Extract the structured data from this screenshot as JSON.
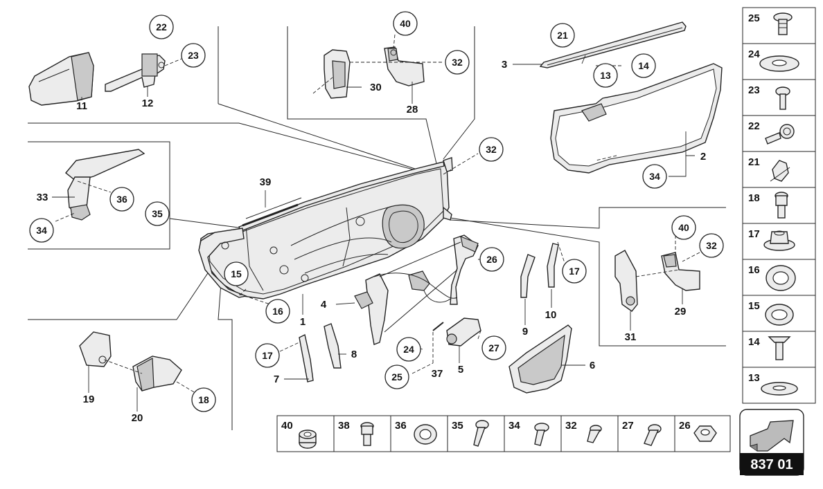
{
  "callouts": {
    "c22": "22",
    "c23": "23",
    "c40a": "40",
    "c32a": "32",
    "c21": "21",
    "c13": "13",
    "c14": "14",
    "c36": "36",
    "c35": "35",
    "c34a": "34",
    "c32b": "32",
    "c34b": "34",
    "c26": "26",
    "c15": "15",
    "c16": "16",
    "c17a": "17",
    "c17b": "17",
    "c24": "24",
    "c25": "25",
    "c27": "27",
    "c18": "18",
    "c40b": "40",
    "c32c": "32"
  },
  "labels": {
    "l11": "11",
    "l12": "12",
    "l30": "30",
    "l28": "28",
    "l3": "3",
    "l2": "2",
    "l39": "39",
    "l33": "33",
    "l4": "4",
    "l1": "1",
    "l9": "9",
    "l10": "10",
    "l7": "7",
    "l8": "8",
    "l37": "37",
    "l5": "5",
    "l6": "6",
    "l19": "19",
    "l20": "20",
    "l31": "31",
    "l29": "29"
  },
  "side_parts": [
    "25",
    "24",
    "23",
    "22",
    "21",
    "18",
    "17",
    "16",
    "15",
    "14",
    "13"
  ],
  "bottom_parts": [
    "40",
    "38",
    "36",
    "35",
    "34",
    "32",
    "27",
    "26"
  ],
  "diagram_code": "837 01",
  "colors": {
    "line": "#222222",
    "part_fill": "#ececec",
    "code_bg": "#111111"
  }
}
